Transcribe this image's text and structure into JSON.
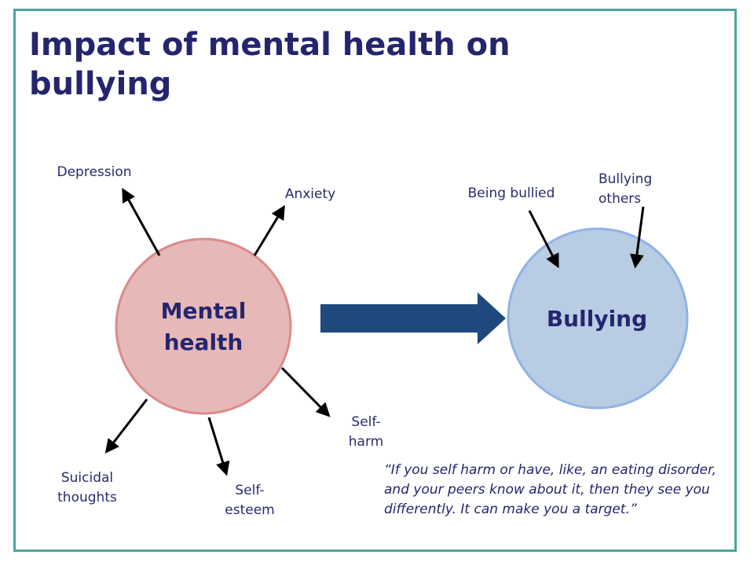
{
  "title": "Impact of mental health on bullying",
  "left_node": {
    "line1": "Mental",
    "line2": "health",
    "fill": "#e6b8b7",
    "stroke": "#d98c8a"
  },
  "right_node": {
    "label": "Bullying",
    "fill": "#b8cce4",
    "stroke": "#8fb4e3"
  },
  "mental_health_effects": {
    "depression": "Depression",
    "anxiety": "Anxiety",
    "self_harm": {
      "line1": "Self-",
      "line2": "harm"
    },
    "self_esteem": {
      "line1": "Self-",
      "line2": "esteem"
    },
    "suicidal_thoughts": {
      "line1": "Suicidal",
      "line2": "thoughts"
    }
  },
  "bullying_types": {
    "being_bullied": "Being bullied",
    "bullying_others": {
      "line1": "Bullying",
      "line2": "others"
    }
  },
  "quote": "“If you self harm or have, like, an eating disorder, and your peers know about it, then they see you differently.  It can make you a target.”",
  "colors": {
    "frame": "#4aa79b",
    "title": "#25256e",
    "big_arrow": "#1f497d",
    "arrows": "#000000"
  }
}
